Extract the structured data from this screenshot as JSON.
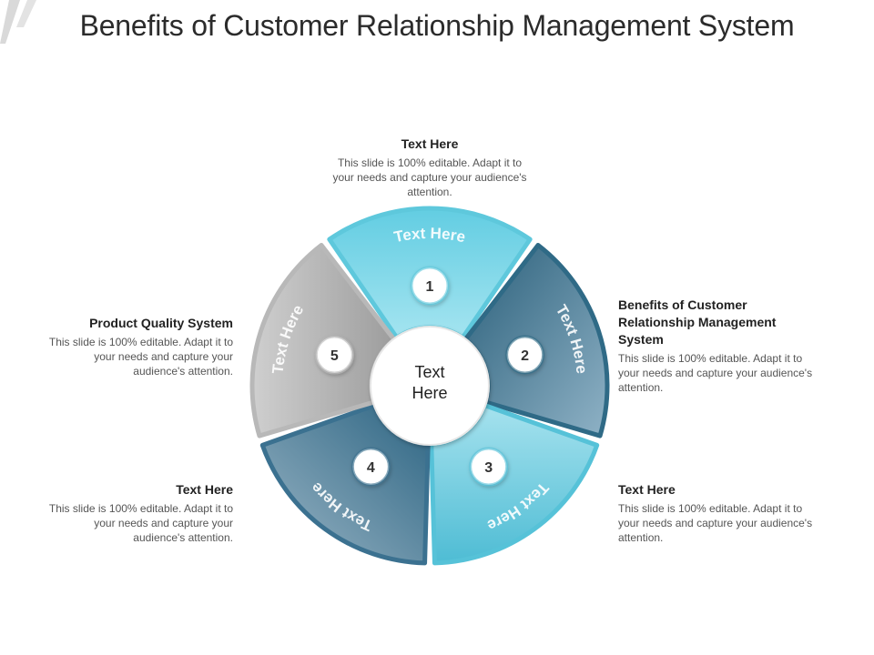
{
  "title": "Benefits of Customer Relationship Management System",
  "center": {
    "line1": "Text",
    "line2": "Here"
  },
  "segments": [
    {
      "number": "1",
      "label": "Text Here",
      "color": "#5ec8dc"
    },
    {
      "number": "2",
      "label": "Text Here",
      "color": "#2f6a86"
    },
    {
      "number": "3",
      "label": "Text Here",
      "color": "#56c2d8"
    },
    {
      "number": "4",
      "label": "Text Here",
      "color": "#3b7190"
    },
    {
      "number": "5",
      "label": "Text Here",
      "color": "#b8b8b8"
    }
  ],
  "callouts": {
    "top": {
      "title": "Text Here",
      "body": "This slide is 100% editable. Adapt it to your needs and capture your audience's attention."
    },
    "right_upper": {
      "title": "Benefits of Customer Relationship Management System",
      "body": "This slide is 100% editable. Adapt it to your needs and capture your audience's attention."
    },
    "right_lower": {
      "title": "Text Here",
      "body": "This slide is 100% editable. Adapt it to your needs and capture your audience's attention."
    },
    "left_lower": {
      "title": "Text Here",
      "body": "This slide is 100% editable. Adapt it to your needs and capture your audience's attention."
    },
    "left_upper": {
      "title": "Product Quality  System",
      "body": "This slide is 100% editable. Adapt it to your needs and capture your audience's attention."
    }
  }
}
